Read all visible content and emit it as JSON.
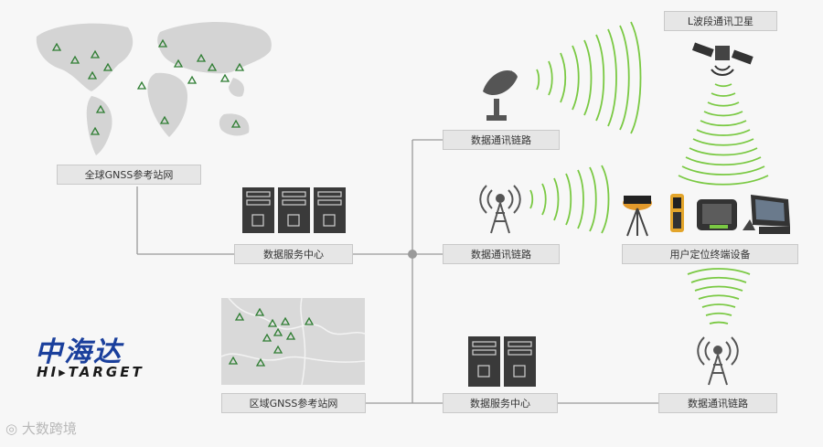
{
  "labels": {
    "global_network": "全球GNSS参考站网",
    "data_center_top": "数据服务中心",
    "link_satellite": "数据通讯链路",
    "link_tower_mid": "数据通讯链路",
    "satellite": "L波段通讯卫星",
    "user_devices": "用户定位终端设备",
    "regional_network": "区域GNSS参考站网",
    "data_center_bottom": "数据服务中心",
    "link_tower_bottom": "数据通讯链路"
  },
  "logo": {
    "cn": "中海达",
    "en": "HI▸TARGET"
  },
  "watermark": "大数跨境",
  "colors": {
    "map": "#d6d6d6",
    "station": "#2e7d32",
    "signal": "#7ac943",
    "server": "#3a3a3a",
    "line": "#9a9a9a"
  }
}
